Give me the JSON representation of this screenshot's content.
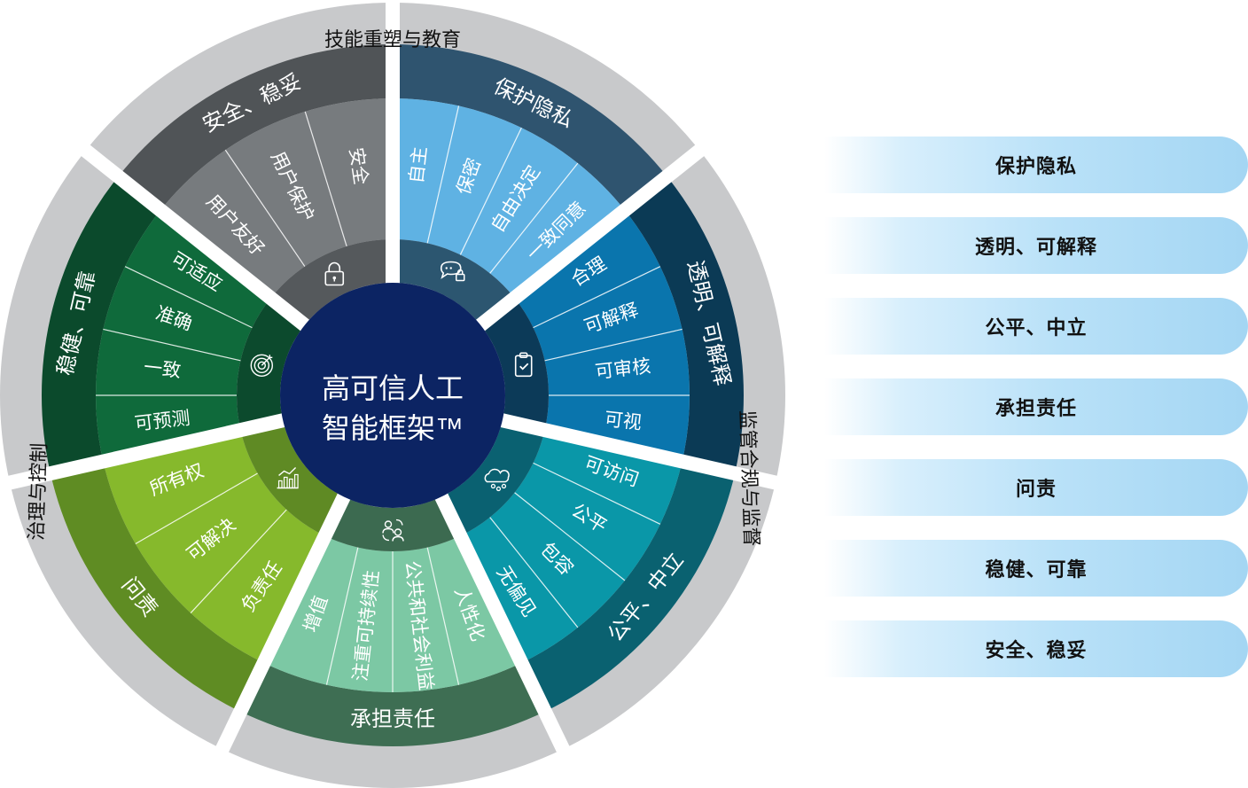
{
  "center": {
    "line1": "高可信人工",
    "line2": "智能框架™"
  },
  "outer_ring_labels": {
    "top": "技能重塑与教育",
    "right": "监管合规与监督",
    "left": "治理与控制"
  },
  "segments": [
    {
      "title": "保护隐私",
      "items": [
        "自主",
        "保密",
        "自由决定",
        "一致同意"
      ],
      "icon": "chat-lock-icon",
      "colors": {
        "band": "#2f546f",
        "items": "#5fb2e3",
        "icon": "#2c5670"
      }
    },
    {
      "title": "透明、可解释",
      "items": [
        "合理",
        "可解释",
        "可审核",
        "可视"
      ],
      "icon": "clipboard-check-icon",
      "colors": {
        "band": "#0b3a55",
        "items": "#0a75ad",
        "icon": "#0c3a58"
      }
    },
    {
      "title": "公平、中立",
      "items": [
        "可访问",
        "公平",
        "包容",
        "无偏见"
      ],
      "icon": "cloud-network-icon",
      "colors": {
        "band": "#0a6170",
        "items": "#0a97a8",
        "icon": "#0a6171"
      }
    },
    {
      "title": "承担责任",
      "items": [
        "人性化",
        "公共和社会利益",
        "注重可持续性",
        "增值"
      ],
      "icon": "people-cycle-icon",
      "colors": {
        "band": "#3e6e53",
        "items": "#7cc8a4",
        "icon": "#3c6a50"
      }
    },
    {
      "title": "问责",
      "items": [
        "负责任",
        "可解决",
        "所有权"
      ],
      "icon": "growth-chart-icon",
      "colors": {
        "band": "#5f8c23",
        "items": "#86b92c",
        "icon": "#5f8a24"
      }
    },
    {
      "title": "稳健、可靠",
      "items": [
        "可预测",
        "一致",
        "准确",
        "可适应"
      ],
      "icon": "target-icon",
      "colors": {
        "band": "#0b4a2c",
        "items": "#0f6a3b",
        "icon": "#0c4a2d"
      }
    },
    {
      "title": "安全、稳妥",
      "items": [
        "用户友好",
        "用户保护",
        "安全"
      ],
      "icon": "padlock-icon",
      "colors": {
        "band": "#505457",
        "items": "#777b7e",
        "icon": "#55595c"
      }
    }
  ],
  "legend": [
    "保护隐私",
    "透明、可解释",
    "公平、中立",
    "承担责任",
    "问责",
    "稳健、可靠",
    "安全、稳妥"
  ],
  "colors": {
    "outer_ring": "#c8c9cb",
    "center": "#0c2463",
    "separator": "#ffffff"
  }
}
